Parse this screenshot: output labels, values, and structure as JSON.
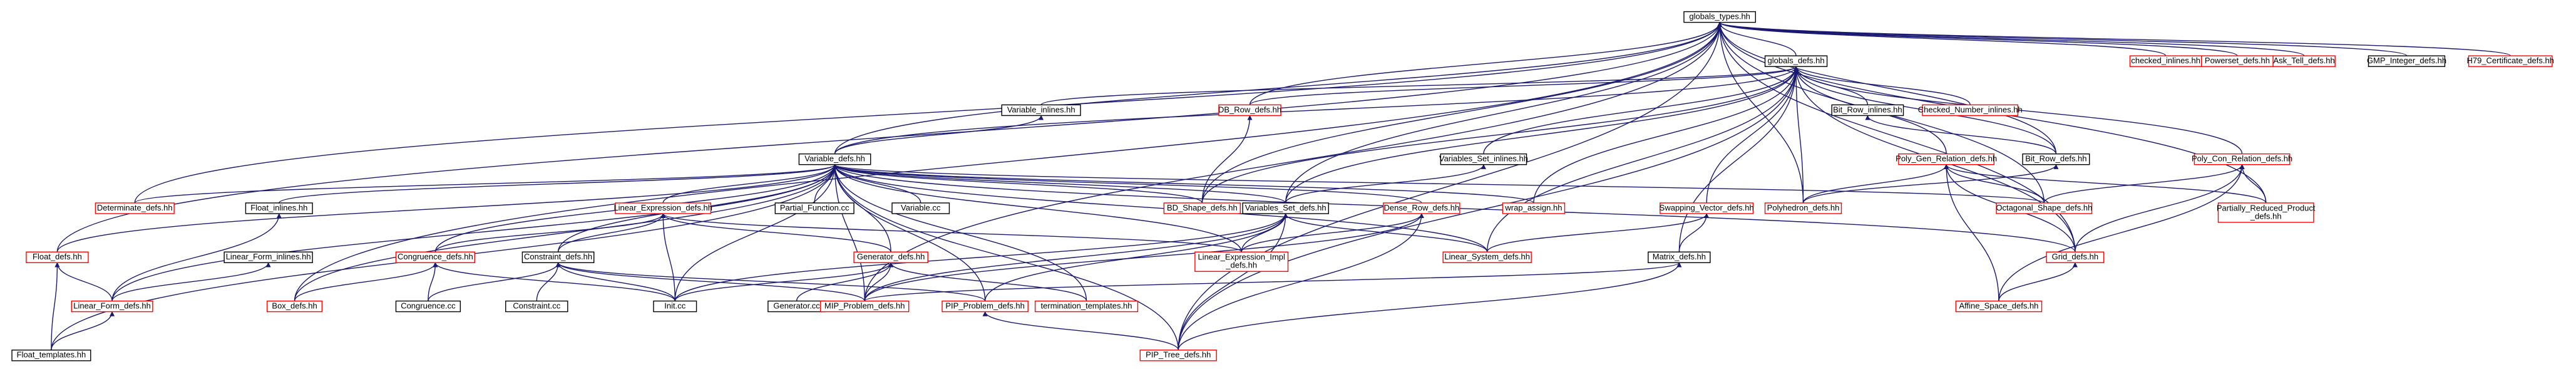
{
  "colors": {
    "edge": "#191970",
    "node_border_normal": "#000000",
    "node_border_red": "#ff0000",
    "root_fill": "#bfbfbf",
    "text": "#000000"
  },
  "nodes": [
    {
      "id": "globals_types",
      "label": "globals_types.hh",
      "style": "root"
    },
    {
      "id": "globals_defs",
      "label": "globals_defs.hh",
      "style": "normal"
    },
    {
      "id": "checked_inlines",
      "label": "checked_inlines.hh",
      "style": "red"
    },
    {
      "id": "powerset_defs",
      "label": "Powerset_defs.hh",
      "style": "red"
    },
    {
      "id": "ask_tell_defs",
      "label": "Ask_Tell_defs.hh",
      "style": "red"
    },
    {
      "id": "gmp_integer_defs",
      "label": "GMP_Integer_defs.hh",
      "style": "normal"
    },
    {
      "id": "h79_certificate_defs",
      "label": "H79_Certificate_defs.hh",
      "style": "red"
    },
    {
      "id": "variable_inlines",
      "label": "Variable_inlines.hh",
      "style": "normal"
    },
    {
      "id": "db_row_defs",
      "label": "DB_Row_defs.hh",
      "style": "red"
    },
    {
      "id": "bit_row_inlines",
      "label": "Bit_Row_inlines.hh",
      "style": "normal"
    },
    {
      "id": "checked_number_inlines",
      "label": "Checked_Number_inlines.hh",
      "style": "red"
    },
    {
      "id": "variables_set_inlines",
      "label": "Variables_Set_inlines.hh",
      "style": "normal"
    },
    {
      "id": "variable_defs",
      "label": "Variable_defs.hh",
      "style": "normal"
    },
    {
      "id": "poly_gen_relation_defs",
      "label": "Poly_Gen_Relation_defs.hh",
      "style": "red"
    },
    {
      "id": "bit_row_defs",
      "label": "Bit_Row_defs.hh",
      "style": "normal"
    },
    {
      "id": "poly_con_relation_defs",
      "label": "Poly_Con_Relation_defs.hh",
      "style": "red"
    },
    {
      "id": "determinate_defs",
      "label": "Determinate_defs.hh",
      "style": "red"
    },
    {
      "id": "float_inlines",
      "label": "Float_inlines.hh",
      "style": "normal"
    },
    {
      "id": "linear_expression_defs",
      "label": "Linear_Expression_defs.hh",
      "style": "red"
    },
    {
      "id": "partial_function_cc",
      "label": "Partial_Function.cc",
      "style": "normal"
    },
    {
      "id": "variable_cc",
      "label": "Variable.cc",
      "style": "normal"
    },
    {
      "id": "bd_shape_defs",
      "label": "BD_Shape_defs.hh",
      "style": "red"
    },
    {
      "id": "variables_set_defs",
      "label": "Variables_Set_defs.hh",
      "style": "normal"
    },
    {
      "id": "dense_row_defs",
      "label": "Dense_Row_defs.hh",
      "style": "red"
    },
    {
      "id": "wrap_assign",
      "label": "wrap_assign.hh",
      "style": "red"
    },
    {
      "id": "swapping_vector_defs",
      "label": "Swapping_Vector_defs.hh",
      "style": "red"
    },
    {
      "id": "polyhedron_defs",
      "label": "Polyhedron_defs.hh",
      "style": "red"
    },
    {
      "id": "octagonal_shape_defs",
      "label": "Octagonal_Shape_defs.hh",
      "style": "red"
    },
    {
      "id": "partially_reduced_product_defs",
      "label": "Partially_Reduced_Product\n_defs.hh",
      "style": "red"
    },
    {
      "id": "float_defs",
      "label": "Float_defs.hh",
      "style": "red"
    },
    {
      "id": "linear_form_inlines",
      "label": "Linear_Form_inlines.hh",
      "style": "normal"
    },
    {
      "id": "congruence_defs",
      "label": "Congruence_defs.hh",
      "style": "red"
    },
    {
      "id": "constraint_defs",
      "label": "Constraint_defs.hh",
      "style": "normal"
    },
    {
      "id": "generator_defs",
      "label": "Generator_defs.hh",
      "style": "red"
    },
    {
      "id": "linear_expression_impl_defs",
      "label": "Linear_Expression_Impl\n_defs.hh",
      "style": "red"
    },
    {
      "id": "linear_system_defs",
      "label": "Linear_System_defs.hh",
      "style": "red"
    },
    {
      "id": "matrix_defs",
      "label": "Matrix_defs.hh",
      "style": "normal"
    },
    {
      "id": "grid_defs",
      "label": "Grid_defs.hh",
      "style": "red"
    },
    {
      "id": "linear_form_defs",
      "label": "Linear_Form_defs.hh",
      "style": "red"
    },
    {
      "id": "box_defs",
      "label": "Box_defs.hh",
      "style": "red"
    },
    {
      "id": "congruence_cc",
      "label": "Congruence.cc",
      "style": "normal"
    },
    {
      "id": "constraint_cc",
      "label": "Constraint.cc",
      "style": "normal"
    },
    {
      "id": "init_cc",
      "label": "Init.cc",
      "style": "normal"
    },
    {
      "id": "generator_cc",
      "label": "Generator.cc",
      "style": "normal"
    },
    {
      "id": "mip_problem_defs",
      "label": "MIP_Problem_defs.hh",
      "style": "red"
    },
    {
      "id": "pip_problem_defs",
      "label": "PIP_Problem_defs.hh",
      "style": "red"
    },
    {
      "id": "termination_templates",
      "label": "termination_templates.hh",
      "style": "red"
    },
    {
      "id": "affine_space_defs",
      "label": "Affine_Space_defs.hh",
      "style": "red"
    },
    {
      "id": "float_templates",
      "label": "Float_templates.hh",
      "style": "normal"
    },
    {
      "id": "pip_tree_defs",
      "label": "PIP_Tree_defs.hh",
      "style": "red"
    }
  ],
  "edges": [
    [
      "globals_defs",
      "globals_types"
    ],
    [
      "checked_inlines",
      "globals_types"
    ],
    [
      "powerset_defs",
      "globals_types"
    ],
    [
      "ask_tell_defs",
      "globals_types"
    ],
    [
      "gmp_integer_defs",
      "globals_types"
    ],
    [
      "h79_certificate_defs",
      "globals_types"
    ],
    [
      "db_row_defs",
      "globals_types"
    ],
    [
      "determinate_defs",
      "globals_types"
    ],
    [
      "float_defs",
      "globals_types"
    ],
    [
      "variable_defs",
      "globals_types"
    ],
    [
      "variables_set_defs",
      "globals_types"
    ],
    [
      "bd_shape_defs",
      "globals_types"
    ],
    [
      "polyhedron_defs",
      "globals_types"
    ],
    [
      "octagonal_shape_defs",
      "globals_types"
    ],
    [
      "partially_reduced_product_defs",
      "globals_types"
    ],
    [
      "grid_defs",
      "globals_types"
    ],
    [
      "box_defs",
      "globals_types"
    ],
    [
      "mip_problem_defs",
      "globals_types"
    ],
    [
      "pip_tree_defs",
      "globals_types"
    ],
    [
      "bit_row_defs",
      "globals_types"
    ],
    [
      "variable_inlines",
      "globals_defs"
    ],
    [
      "db_row_defs",
      "globals_defs"
    ],
    [
      "bit_row_inlines",
      "globals_defs"
    ],
    [
      "checked_number_inlines",
      "globals_defs"
    ],
    [
      "variables_set_inlines",
      "globals_defs"
    ],
    [
      "poly_gen_relation_defs",
      "globals_defs"
    ],
    [
      "poly_con_relation_defs",
      "globals_defs"
    ],
    [
      "bit_row_defs",
      "globals_defs"
    ],
    [
      "variable_defs",
      "globals_defs"
    ],
    [
      "wrap_assign",
      "globals_defs"
    ],
    [
      "swapping_vector_defs",
      "globals_defs"
    ],
    [
      "matrix_defs",
      "globals_defs"
    ],
    [
      "linear_system_defs",
      "globals_defs"
    ],
    [
      "grid_defs",
      "globals_defs"
    ],
    [
      "pip_tree_defs",
      "globals_defs"
    ],
    [
      "bd_shape_defs",
      "globals_defs"
    ],
    [
      "variables_set_defs",
      "globals_defs"
    ],
    [
      "polyhedron_defs",
      "globals_defs"
    ],
    [
      "variable_defs",
      "variable_inlines"
    ],
    [
      "bd_shape_defs",
      "db_row_defs"
    ],
    [
      "bit_row_defs",
      "bit_row_inlines"
    ],
    [
      "variables_set_defs",
      "variables_set_inlines"
    ],
    [
      "polyhedron_defs",
      "poly_gen_relation_defs"
    ],
    [
      "octagonal_shape_defs",
      "poly_gen_relation_defs"
    ],
    [
      "partially_reduced_product_defs",
      "poly_gen_relation_defs"
    ],
    [
      "grid_defs",
      "poly_gen_relation_defs"
    ],
    [
      "affine_space_defs",
      "poly_gen_relation_defs"
    ],
    [
      "polyhedron_defs",
      "bit_row_defs"
    ],
    [
      "octagonal_shape_defs",
      "poly_con_relation_defs"
    ],
    [
      "partially_reduced_product_defs",
      "poly_con_relation_defs"
    ],
    [
      "grid_defs",
      "poly_con_relation_defs"
    ],
    [
      "affine_space_defs",
      "poly_con_relation_defs"
    ],
    [
      "determinate_defs",
      "variable_defs"
    ],
    [
      "float_inlines",
      "variable_defs"
    ],
    [
      "linear_expression_defs",
      "variable_defs"
    ],
    [
      "partial_function_cc",
      "variable_defs"
    ],
    [
      "variable_cc",
      "variable_defs"
    ],
    [
      "bd_shape_defs",
      "variable_defs"
    ],
    [
      "variables_set_defs",
      "variable_defs"
    ],
    [
      "dense_row_defs",
      "variable_defs"
    ],
    [
      "wrap_assign",
      "variable_defs"
    ],
    [
      "octagonal_shape_defs",
      "variable_defs"
    ],
    [
      "float_defs",
      "variable_defs"
    ],
    [
      "linear_form_defs",
      "variable_defs"
    ],
    [
      "congruence_defs",
      "variable_defs"
    ],
    [
      "constraint_defs",
      "variable_defs"
    ],
    [
      "generator_defs",
      "variable_defs"
    ],
    [
      "linear_expression_impl_defs",
      "variable_defs"
    ],
    [
      "linear_system_defs",
      "variable_defs"
    ],
    [
      "grid_defs",
      "variable_defs"
    ],
    [
      "box_defs",
      "variable_defs"
    ],
    [
      "init_cc",
      "variable_defs"
    ],
    [
      "mip_problem_defs",
      "variable_defs"
    ],
    [
      "pip_problem_defs",
      "variable_defs"
    ],
    [
      "termination_templates",
      "variable_defs"
    ],
    [
      "pip_tree_defs",
      "variable_defs"
    ],
    [
      "float_templates",
      "variable_defs"
    ],
    [
      "linear_form_defs",
      "float_inlines"
    ],
    [
      "linear_form_defs",
      "float_defs"
    ],
    [
      "float_templates",
      "float_defs"
    ],
    [
      "linear_form_defs",
      "linear_form_inlines"
    ],
    [
      "float_templates",
      "linear_form_defs"
    ],
    [
      "congruence_defs",
      "linear_expression_defs"
    ],
    [
      "constraint_defs",
      "linear_expression_defs"
    ],
    [
      "generator_defs",
      "linear_expression_defs"
    ],
    [
      "linear_expression_impl_defs",
      "linear_expression_defs"
    ],
    [
      "init_cc",
      "linear_expression_defs"
    ],
    [
      "linear_expression_impl_defs",
      "variables_set_defs"
    ],
    [
      "linear_system_defs",
      "variables_set_defs"
    ],
    [
      "mip_problem_defs",
      "variables_set_defs"
    ],
    [
      "pip_problem_defs",
      "variables_set_defs"
    ],
    [
      "pip_tree_defs",
      "variables_set_defs"
    ],
    [
      "init_cc",
      "variables_set_defs"
    ],
    [
      "linear_expression_impl_defs",
      "dense_row_defs"
    ],
    [
      "mip_problem_defs",
      "dense_row_defs"
    ],
    [
      "pip_tree_defs",
      "dense_row_defs"
    ],
    [
      "matrix_defs",
      "swapping_vector_defs"
    ],
    [
      "linear_system_defs",
      "swapping_vector_defs"
    ],
    [
      "mip_problem_defs",
      "matrix_defs"
    ],
    [
      "pip_tree_defs",
      "matrix_defs"
    ],
    [
      "affine_space_defs",
      "grid_defs"
    ],
    [
      "box_defs",
      "congruence_defs"
    ],
    [
      "congruence_cc",
      "congruence_defs"
    ],
    [
      "init_cc",
      "congruence_defs"
    ],
    [
      "congruence_cc",
      "constraint_defs"
    ],
    [
      "constraint_cc",
      "constraint_defs"
    ],
    [
      "init_cc",
      "constraint_defs"
    ],
    [
      "mip_problem_defs",
      "constraint_defs"
    ],
    [
      "pip_problem_defs",
      "constraint_defs"
    ],
    [
      "generator_cc",
      "generator_defs"
    ],
    [
      "mip_problem_defs",
      "generator_defs"
    ],
    [
      "termination_templates",
      "generator_defs"
    ],
    [
      "init_cc",
      "generator_defs"
    ],
    [
      "pip_tree_defs",
      "pip_problem_defs"
    ]
  ]
}
